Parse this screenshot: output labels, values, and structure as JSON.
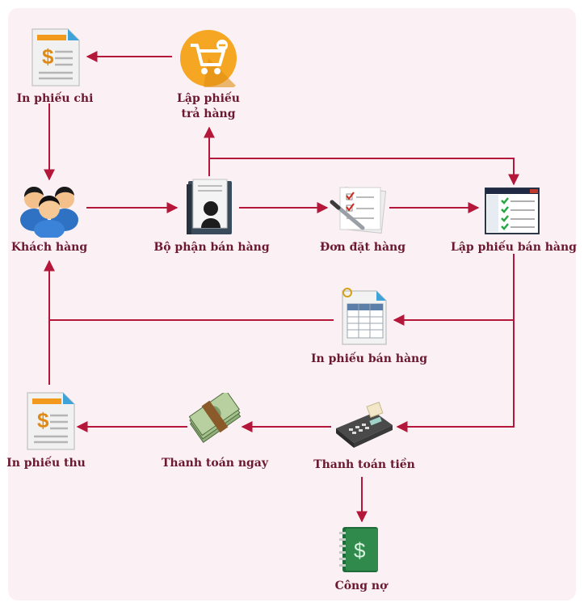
{
  "nodes": {
    "in_phieu_chi": {
      "label": "In phiếu chi",
      "icon": "dollar-document-icon"
    },
    "lap_phieu_tra_hang": {
      "label_line1": "Lập phiếu",
      "label_line2": "trả hàng",
      "icon": "shopping-cart-icon"
    },
    "khach_hang": {
      "label": "Khách hàng",
      "icon": "customers-group-icon"
    },
    "bo_phan_ban_hang": {
      "label": "Bộ phận bán hàng",
      "icon": "sales-department-folder-icon"
    },
    "don_dat_hang": {
      "label": "Đơn đặt hàng",
      "icon": "order-checklist-icon"
    },
    "lap_phieu_ban_hang": {
      "label": "Lập phiếu bán hàng",
      "icon": "sales-form-window-icon"
    },
    "in_phieu_ban_hang": {
      "label": "In phiếu bán hàng",
      "icon": "spreadsheet-document-icon"
    },
    "in_phieu_thu": {
      "label": "In phiếu thu",
      "icon": "dollar-document-icon"
    },
    "thanh_toan_ngay": {
      "label": "Thanh toán ngay",
      "icon": "cash-bundle-icon"
    },
    "thanh_toan_tien": {
      "label": "Thanh toán tiền",
      "icon": "card-payment-terminal-icon"
    },
    "cong_no": {
      "label": "Công nợ",
      "icon": "green-ledger-icon"
    }
  },
  "colors": {
    "arrow": "#b5173a",
    "label": "#6b1830",
    "panel": "#fbf1f4"
  }
}
